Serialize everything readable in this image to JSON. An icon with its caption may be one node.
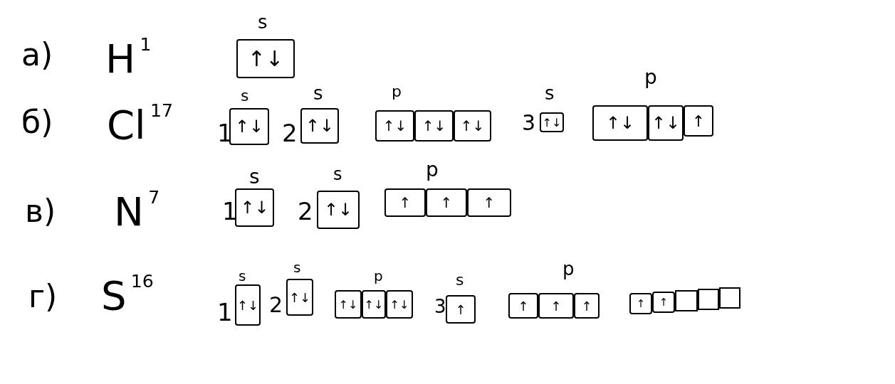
{
  "diagram": {
    "nodes": [
      {
        "text": [
          "↑↓"
        ]
      },
      {
        "text": [
          "↑↓"
        ]
      },
      {
        "text": [
          "↑↓"
        ]
      },
      {
        "text": [
          "↑↓"
        ]
      },
      {
        "text": [
          "↑↓"
        ]
      },
      {
        "text": [
          "↑↓"
        ]
      },
      {
        "text": [
          "↑↓"
        ]
      },
      {
        "text": [
          "↑↓"
        ]
      },
      {
        "text": [
          "↑↓"
        ]
      },
      {
        "text": [
          "↑"
        ]
      },
      {
        "text": [
          "↑↓"
        ]
      },
      {
        "text": [
          "↑↓"
        ]
      },
      {
        "text": [
          "↑"
        ]
      },
      {
        "text": [
          "↑"
        ]
      },
      {
        "text": [
          "↑"
        ]
      },
      {
        "text": [
          "↑↓"
        ]
      },
      {
        "text": [
          "↑↓"
        ]
      },
      {
        "text": [
          "↑↓"
        ]
      },
      {
        "text": [
          "↑↓"
        ]
      },
      {
        "text": [
          "↑↓"
        ]
      },
      {
        "text": [
          "↑"
        ]
      },
      {
        "text": [
          "↑"
        ]
      },
      {
        "text": [
          "↑"
        ]
      },
      {
        "text": [
          "↑"
        ]
      },
      {
        "text": [
          "↑"
        ]
      },
      {
        "text": [
          "↑"
        ]
      },
      {
        "text": [],
        "shape": "box"
      },
      {
        "text": [],
        "shape": "box"
      },
      {
        "text": [],
        "shape": "box"
      }
    ],
    "labels": [
      "а)",
      "H$^{1}$",
      "s",
      "б)",
      "Cl$^{17}$",
      "s",
      "1",
      "s",
      "2",
      "p",
      "s",
      "3",
      "p",
      "в)",
      "N$^{7}$",
      "s",
      "1",
      "s",
      "2",
      "p",
      "г)",
      "S$^{16}$",
      "s",
      "1",
      "s",
      "2",
      "p",
      "s",
      "3",
      "p"
    ]
  }
}
